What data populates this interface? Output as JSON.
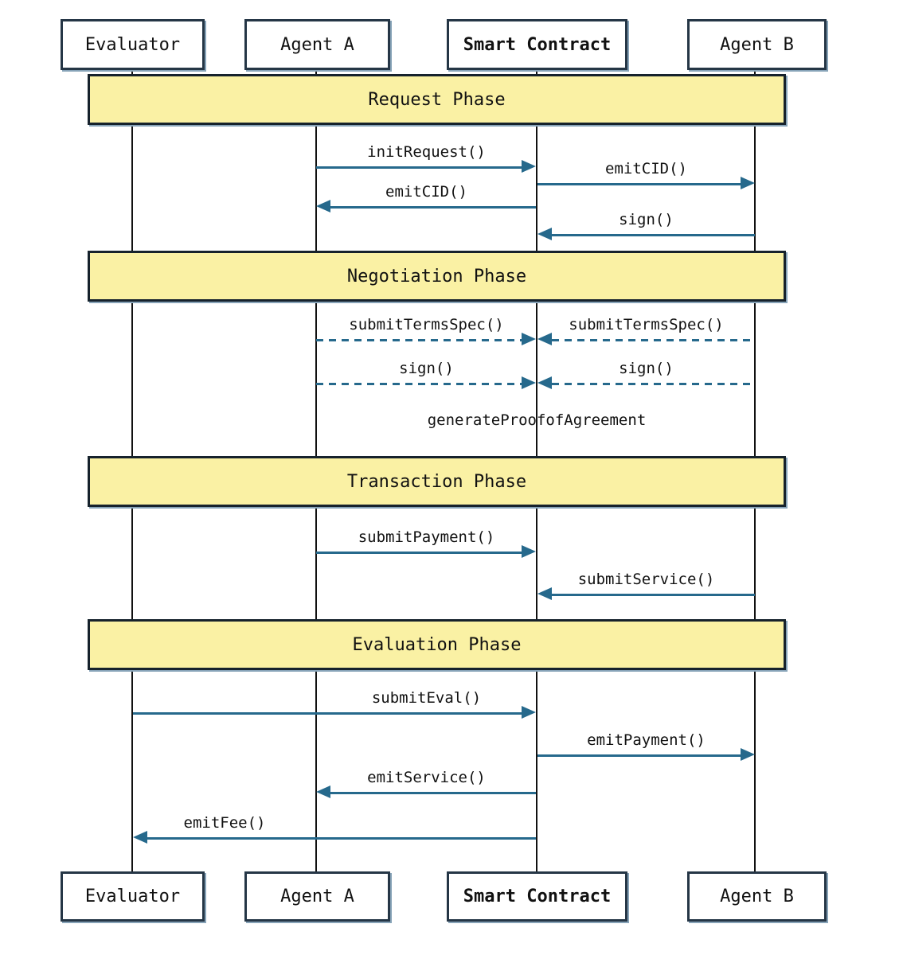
{
  "participants": [
    {
      "name": "Evaluator"
    },
    {
      "name": "Agent A"
    },
    {
      "name": "Smart Contract"
    },
    {
      "name": "Agent B"
    }
  ],
  "phases": [
    {
      "label": "Request Phase",
      "messages": [
        {
          "label": "initRequest()",
          "from": "Agent A",
          "to": "Smart Contract",
          "line": "solid"
        },
        {
          "label": "emitCID()",
          "from": "Smart Contract",
          "to": "Agent B",
          "line": "solid"
        },
        {
          "label": "emitCID()",
          "from": "Smart Contract",
          "to": "Agent A",
          "line": "solid"
        },
        {
          "label": "sign()",
          "from": "Agent B",
          "to": "Smart Contract",
          "line": "solid"
        }
      ]
    },
    {
      "label": "Negotiation Phase",
      "messages": [
        {
          "label": "submitTermsSpec()",
          "from": "Agent A",
          "to": "Smart Contract",
          "line": "dashed"
        },
        {
          "label": "submitTermsSpec()",
          "from": "Agent B",
          "to": "Smart Contract",
          "line": "dashed"
        },
        {
          "label": "sign()",
          "from": "Agent A",
          "to": "Smart Contract",
          "line": "dashed"
        },
        {
          "label": "sign()",
          "from": "Agent B",
          "to": "Smart Contract",
          "line": "dashed"
        },
        {
          "label": "generateProofofAgreement",
          "from": "Smart Contract",
          "to": "Smart Contract",
          "line": "none"
        }
      ]
    },
    {
      "label": "Transaction Phase",
      "messages": [
        {
          "label": "submitPayment()",
          "from": "Agent A",
          "to": "Smart Contract",
          "line": "solid"
        },
        {
          "label": "submitService()",
          "from": "Agent B",
          "to": "Smart Contract",
          "line": "solid"
        }
      ]
    },
    {
      "label": "Evaluation Phase",
      "messages": [
        {
          "label": "submitEval()",
          "from": "Evaluator",
          "to": "Smart Contract",
          "line": "solid"
        },
        {
          "label": "emitPayment()",
          "from": "Smart Contract",
          "to": "Agent B",
          "line": "solid"
        },
        {
          "label": "emitService()",
          "from": "Smart Contract",
          "to": "Agent A",
          "line": "solid"
        },
        {
          "label": "emitFee()",
          "from": "Smart Contract",
          "to": "Evaluator",
          "line": "solid"
        }
      ]
    }
  ],
  "colors": {
    "arrow": "#26698C",
    "phase_fill": "#FAF1A4",
    "phase_border": "#16222C",
    "box_border": "#253646",
    "box_shadow": "#87A3B8",
    "lifeline": "#111111"
  }
}
